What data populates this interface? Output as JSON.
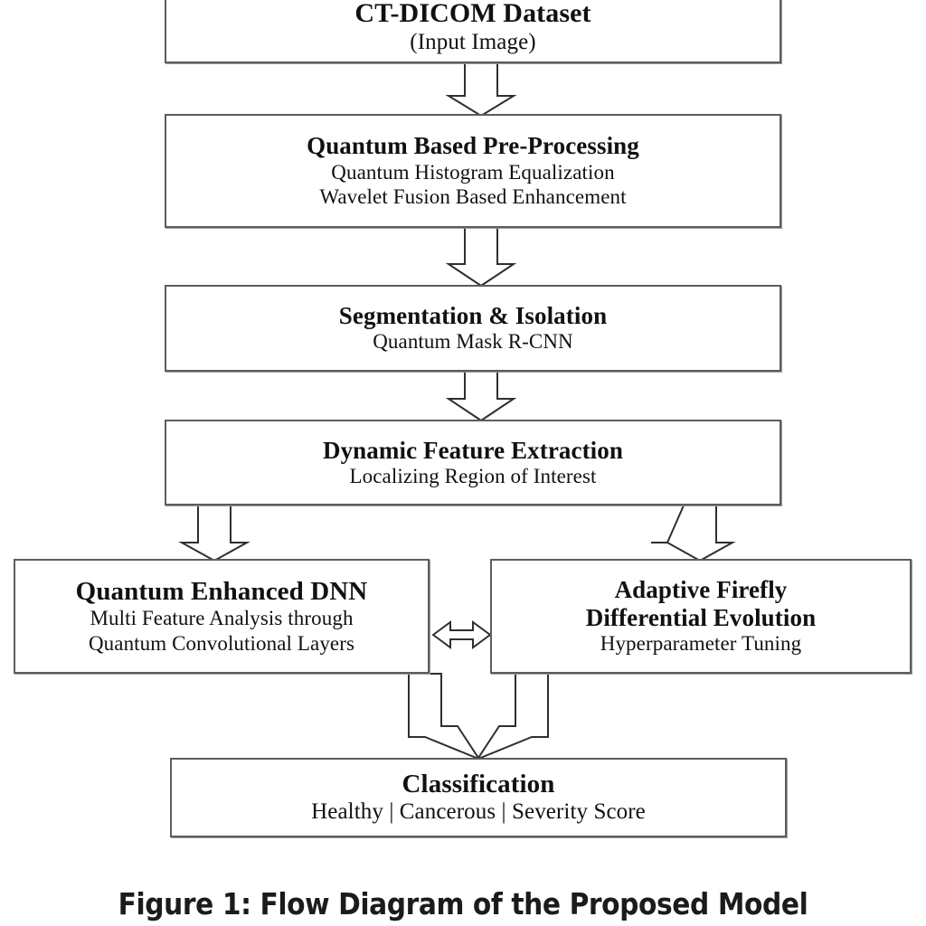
{
  "figure": {
    "caption": "Figure 1: Flow Diagram of the Proposed Model",
    "colors": {
      "box_border": "#5d5d5d",
      "box_shadow": "#9a9a9a",
      "arrow_stroke": "#2f2f2f",
      "background": "#ffffff",
      "text": "#111111"
    }
  },
  "nodes": {
    "dataset": {
      "title": "CT-DICOM Dataset",
      "subtitle": "(Input Image)"
    },
    "preprocess": {
      "title": "Quantum Based Pre-Processing",
      "subtitle_1": "Quantum Histogram Equalization",
      "subtitle_2": "Wavelet Fusion Based Enhancement"
    },
    "segmentation": {
      "title": "Segmentation & Isolation",
      "subtitle": "Quantum Mask R-CNN"
    },
    "feature": {
      "title": "Dynamic Feature Extraction",
      "subtitle": "Localizing Region of Interest"
    },
    "dnn": {
      "title": "Quantum Enhanced DNN",
      "subtitle_1": "Multi Feature Analysis through",
      "subtitle_2": "Quantum Convolutional Layers"
    },
    "firefly": {
      "title_1": "Adaptive Firefly",
      "title_2": "Differential Evolution",
      "subtitle": "Hyperparameter Tuning"
    },
    "classify": {
      "title": "Classification",
      "subtitle": "Healthy | Cancerous | Severity Score"
    }
  },
  "connectors": [
    {
      "name": "dataset-to-preprocess",
      "type": "block-arrow-down"
    },
    {
      "name": "preprocess-to-segmentation",
      "type": "block-arrow-down"
    },
    {
      "name": "segmentation-to-feature",
      "type": "block-arrow-down"
    },
    {
      "name": "feature-to-dnn",
      "type": "block-arrow-down"
    },
    {
      "name": "feature-to-firefly",
      "type": "block-arrow-down"
    },
    {
      "name": "dnn-firefly-bidirectional",
      "type": "block-arrow-double-horizontal"
    },
    {
      "name": "merge-to-classification",
      "type": "block-arrow-merge-down"
    }
  ]
}
